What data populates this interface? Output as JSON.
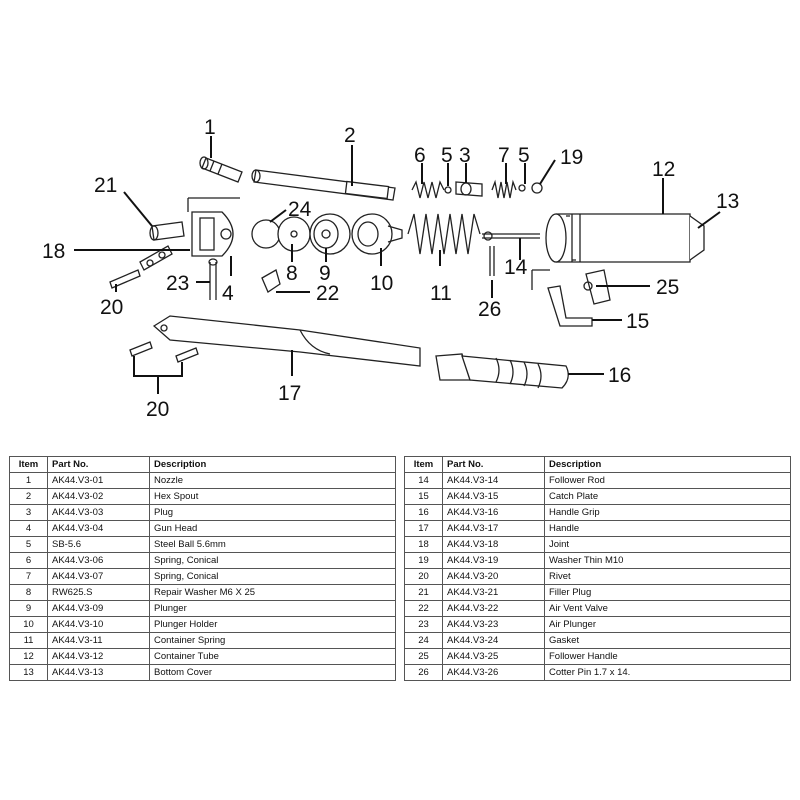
{
  "diagram": {
    "callouts": [
      "1",
      "2",
      "6",
      "5",
      "3",
      "7",
      "5",
      "19",
      "12",
      "13",
      "21",
      "24",
      "18",
      "8",
      "9",
      "10",
      "11",
      "14",
      "25",
      "23",
      "4",
      "22",
      "20",
      "26",
      "15",
      "16",
      "17",
      "20"
    ]
  },
  "table": {
    "headers": {
      "item": "Item",
      "part_no": "Part No.",
      "description": "Description"
    },
    "left_rows": [
      {
        "item": "1",
        "part_no": "AK44.V3-01",
        "description": "Nozzle"
      },
      {
        "item": "2",
        "part_no": "AK44.V3-02",
        "description": "Hex Spout"
      },
      {
        "item": "3",
        "part_no": "AK44.V3-03",
        "description": "Plug"
      },
      {
        "item": "4",
        "part_no": "AK44.V3-04",
        "description": "Gun Head"
      },
      {
        "item": "5",
        "part_no": "SB-5.6",
        "description": "Steel Ball 5.6mm"
      },
      {
        "item": "6",
        "part_no": "AK44.V3-06",
        "description": "Spring, Conical"
      },
      {
        "item": "7",
        "part_no": "AK44.V3-07",
        "description": "Spring, Conical"
      },
      {
        "item": "8",
        "part_no": "RW625.S",
        "description": "Repair Washer M6 X 25"
      },
      {
        "item": "9",
        "part_no": "AK44.V3-09",
        "description": "Plunger"
      },
      {
        "item": "10",
        "part_no": "AK44.V3-10",
        "description": "Plunger Holder"
      },
      {
        "item": "11",
        "part_no": "AK44.V3-11",
        "description": "Container Spring"
      },
      {
        "item": "12",
        "part_no": "AK44.V3-12",
        "description": "Container Tube"
      },
      {
        "item": "13",
        "part_no": "AK44.V3-13",
        "description": "Bottom Cover"
      }
    ],
    "right_rows": [
      {
        "item": "14",
        "part_no": "AK44.V3-14",
        "description": "Follower Rod"
      },
      {
        "item": "15",
        "part_no": "AK44.V3-15",
        "description": "Catch Plate"
      },
      {
        "item": "16",
        "part_no": "AK44.V3-16",
        "description": "Handle Grip"
      },
      {
        "item": "17",
        "part_no": "AK44.V3-17",
        "description": "Handle"
      },
      {
        "item": "18",
        "part_no": "AK44.V3-18",
        "description": "Joint"
      },
      {
        "item": "19",
        "part_no": "AK44.V3-19",
        "description": "Washer Thin M10"
      },
      {
        "item": "20",
        "part_no": "AK44.V3-20",
        "description": "Rivet"
      },
      {
        "item": "21",
        "part_no": "AK44.V3-21",
        "description": "Filler Plug"
      },
      {
        "item": "22",
        "part_no": "AK44.V3-22",
        "description": "Air Vent Valve"
      },
      {
        "item": "23",
        "part_no": "AK44.V3-23",
        "description": "Air Plunger"
      },
      {
        "item": "24",
        "part_no": "AK44.V3-24",
        "description": "Gasket"
      },
      {
        "item": "25",
        "part_no": "AK44.V3-25",
        "description": "Follower Handle"
      },
      {
        "item": "26",
        "part_no": "AK44.V3-26",
        "description": "Cotter Pin 1.7 x 14."
      }
    ]
  }
}
